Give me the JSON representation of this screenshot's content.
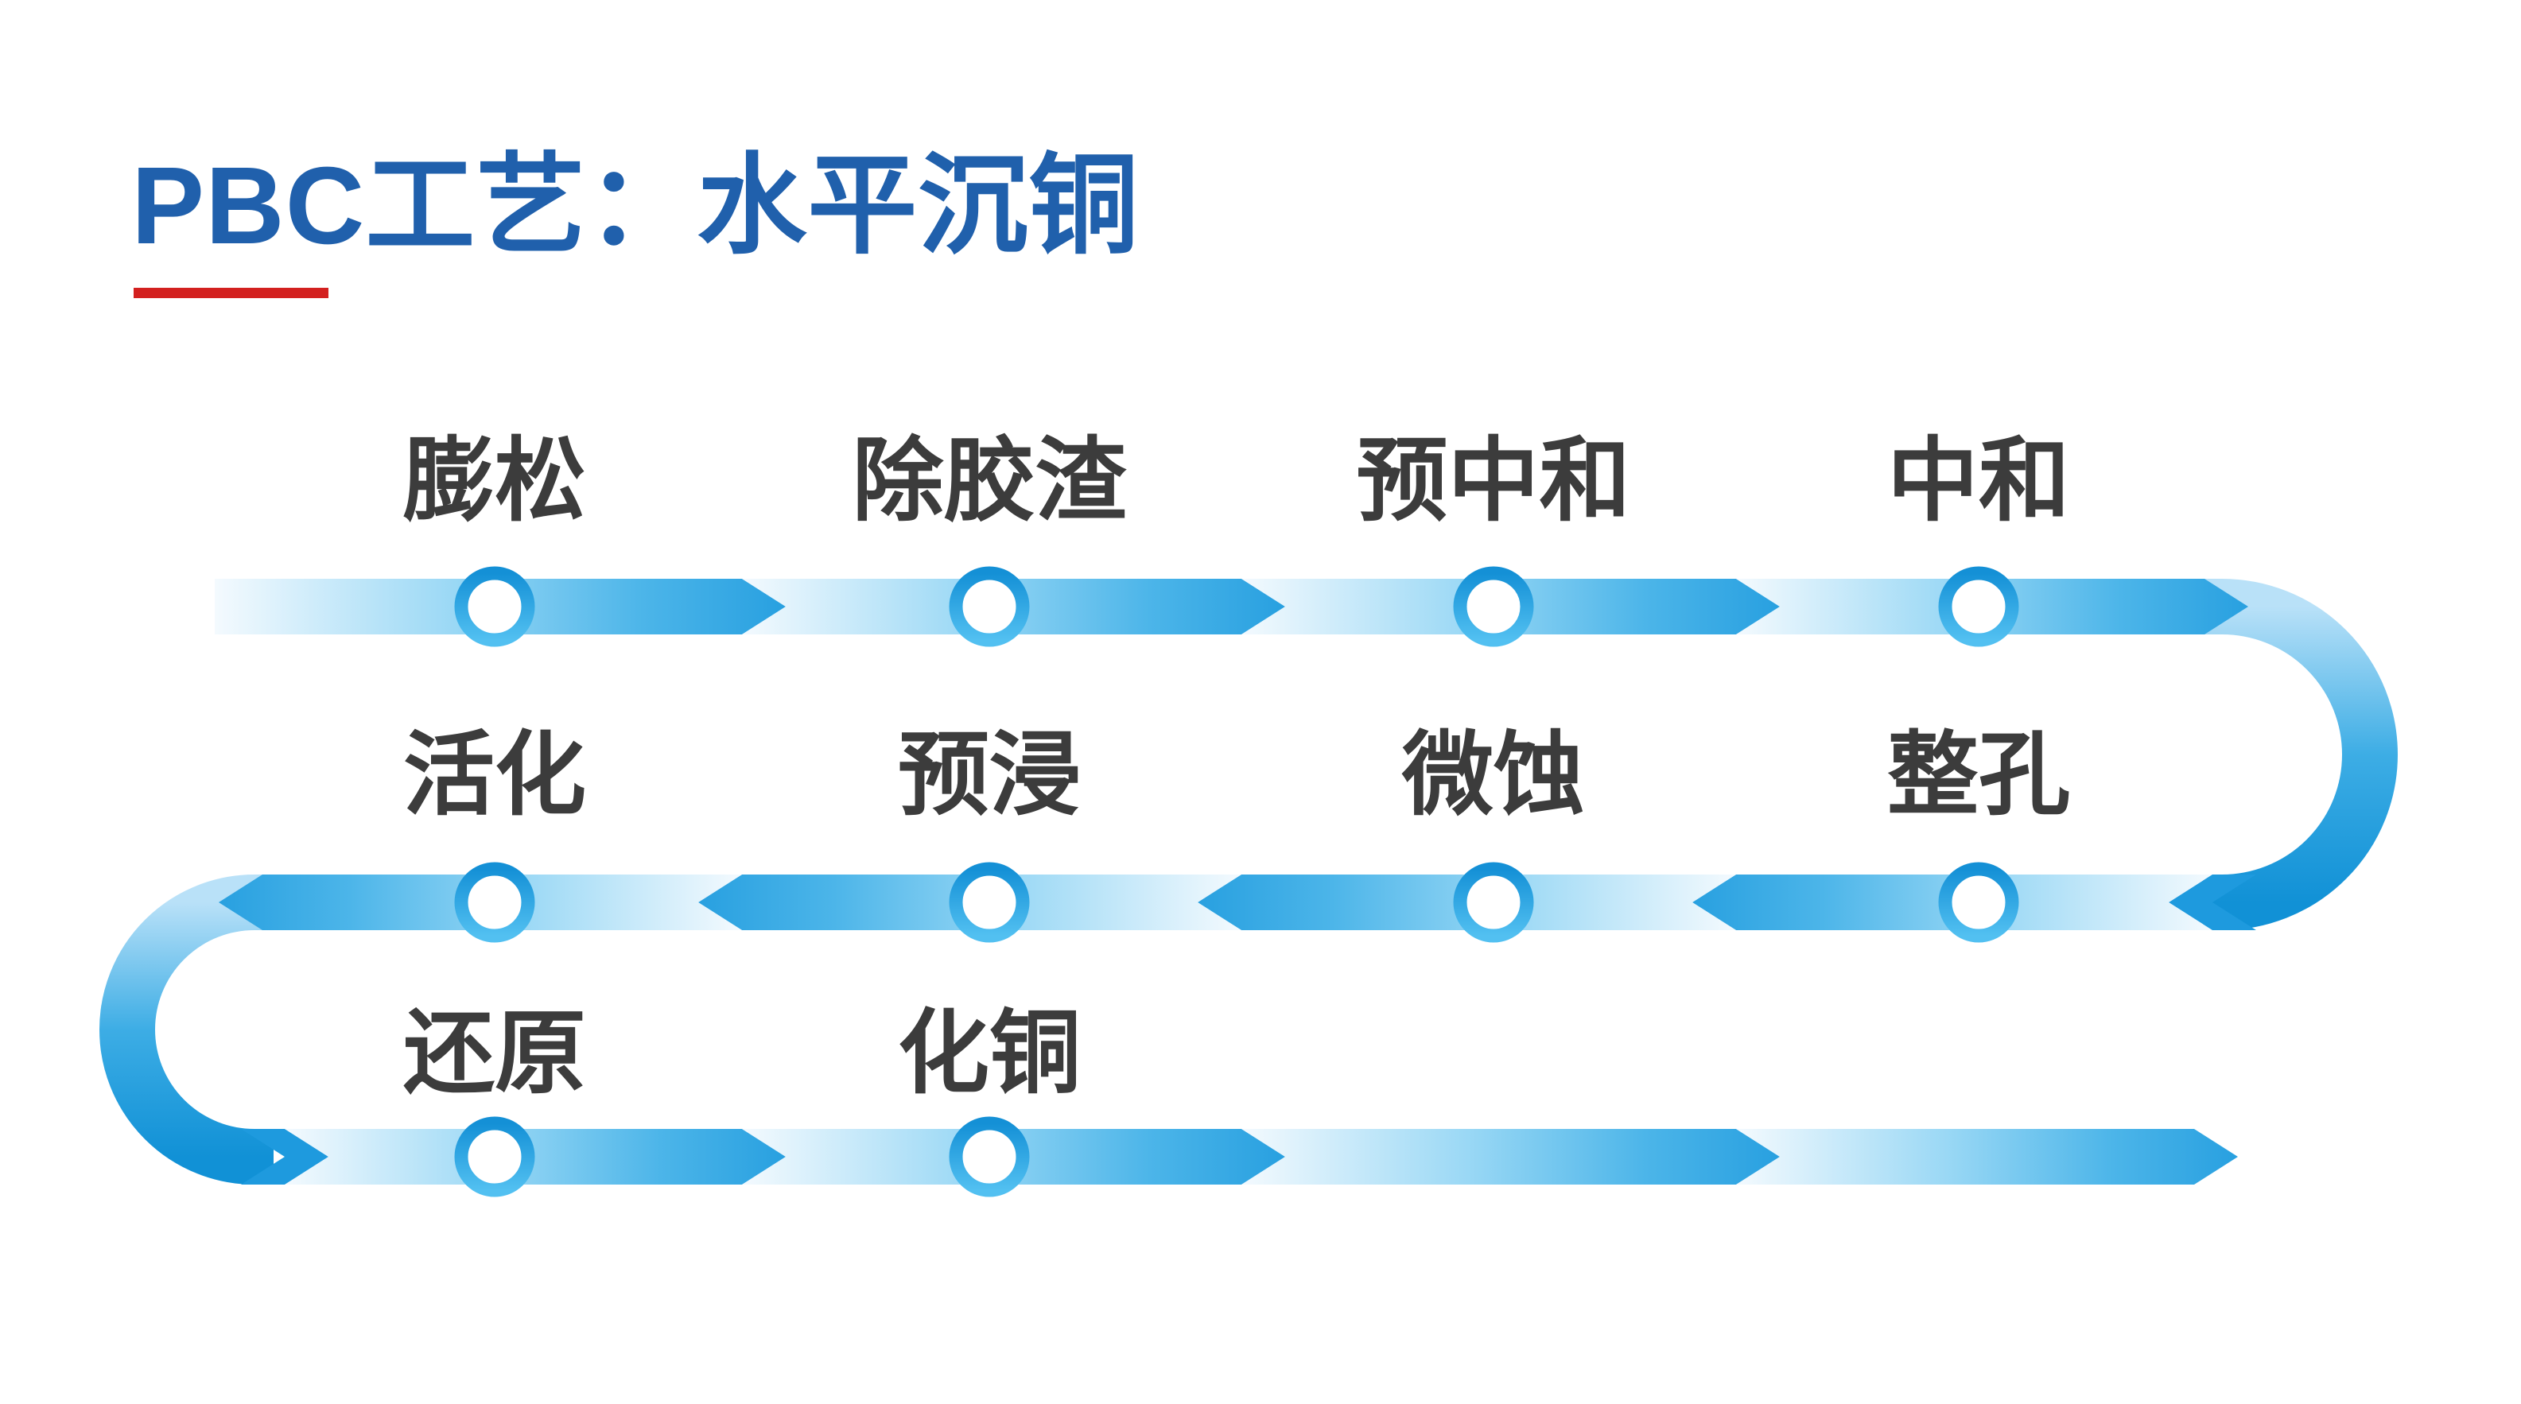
{
  "page": {
    "background": "#ffffff"
  },
  "header": {
    "title": "PBC工艺：水平沉铜",
    "title_color": "#2060ac",
    "underline_color": "#d3201f"
  },
  "flow": {
    "label_color": "#3c3c3c",
    "band_gradient": {
      "light": "#f0f8fe",
      "mid": "#7ecbf1",
      "dark": "#28a0e0"
    },
    "curve_gradient": {
      "light": "#b9e1f8",
      "dark": "#1191d6"
    },
    "chevron_color": "#1e9ade",
    "node": {
      "ring_top": "#1490d6",
      "ring_bottom": "#52c0f1",
      "fill": "#ffffff"
    },
    "rows": [
      {
        "direction": "left-to-right",
        "labels": [
          "膨松",
          "除胶渣",
          "预中和",
          "中和"
        ]
      },
      {
        "direction": "right-to-left",
        "labels": [
          "整孔",
          "微蚀",
          "预浸",
          "活化"
        ]
      },
      {
        "direction": "left-to-right",
        "labels": [
          "还原",
          "化铜"
        ]
      }
    ],
    "sequence": [
      "膨松",
      "除胶渣",
      "预中和",
      "中和",
      "整孔",
      "微蚀",
      "预浸",
      "活化",
      "还原",
      "化铜"
    ]
  }
}
